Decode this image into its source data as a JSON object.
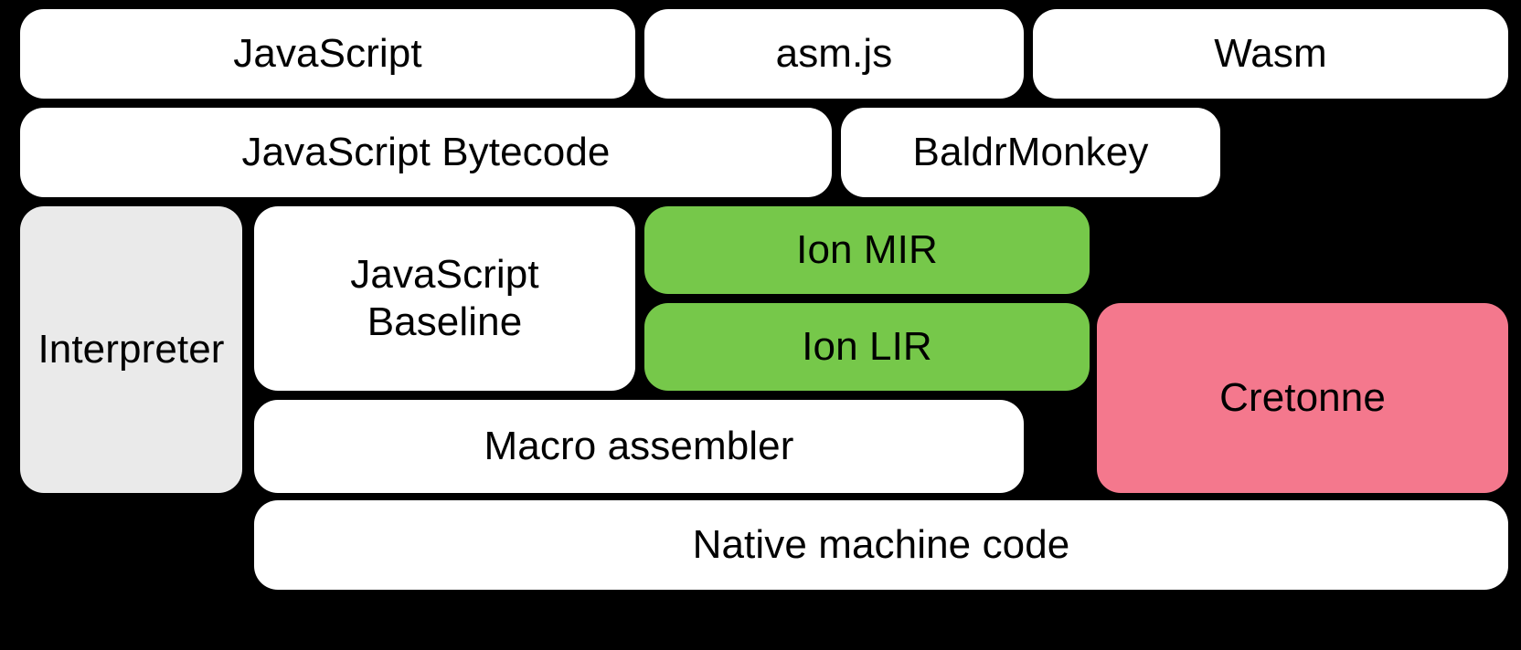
{
  "diagram": {
    "title": "SpiderMonkey / WebAssembly compilation pipeline",
    "background_color": "#000000",
    "colors": {
      "default_fill": "#ffffff",
      "gray_fill": "#eaeaea",
      "green_fill": "#76c84a",
      "pink_fill": "#f4788d",
      "text": "#000000"
    },
    "rows": [
      {
        "name": "source-languages",
        "nodes": [
          {
            "id": "javascript",
            "label": "JavaScript",
            "fill": "default"
          },
          {
            "id": "asm-js",
            "label": "asm.js",
            "fill": "default"
          },
          {
            "id": "wasm",
            "label": "Wasm",
            "fill": "default"
          }
        ]
      },
      {
        "name": "front-end",
        "nodes": [
          {
            "id": "javascript-bytecode",
            "label": "JavaScript Bytecode",
            "fill": "default"
          },
          {
            "id": "baldrmonkey",
            "label": "BaldrMonkey",
            "fill": "default"
          }
        ]
      },
      {
        "name": "execution-tiers",
        "nodes": [
          {
            "id": "interpreter",
            "label": "Interpreter",
            "fill": "gray"
          },
          {
            "id": "javascript-baseline",
            "label": "JavaScript\nBaseline",
            "fill": "default"
          },
          {
            "id": "ion-mir",
            "label": "Ion MIR",
            "fill": "green"
          }
        ]
      },
      {
        "name": "backend-ir",
        "nodes": [
          {
            "id": "ion-lir",
            "label": "Ion LIR",
            "fill": "green"
          },
          {
            "id": "cretonne",
            "label": "Cretonne",
            "fill": "pink"
          }
        ]
      },
      {
        "name": "code-emission",
        "nodes": [
          {
            "id": "macro-assembler",
            "label": "Macro assembler",
            "fill": "default"
          }
        ]
      },
      {
        "name": "output",
        "nodes": [
          {
            "id": "native-machine-code",
            "label": "Native machine code",
            "fill": "default"
          }
        ]
      }
    ]
  },
  "boxes": {
    "javascript": {
      "label": "JavaScript"
    },
    "asm_js": {
      "label": "asm.js"
    },
    "wasm": {
      "label": "Wasm"
    },
    "javascript_bytecode": {
      "label": "JavaScript Bytecode"
    },
    "baldrmonkey": {
      "label": "BaldrMonkey"
    },
    "interpreter": {
      "label": "Interpreter"
    },
    "javascript_baseline": {
      "label": "JavaScript\nBaseline"
    },
    "ion_mir": {
      "label": "Ion MIR"
    },
    "ion_lir": {
      "label": "Ion LIR"
    },
    "cretonne": {
      "label": "Cretonne"
    },
    "macro_assembler": {
      "label": "Macro assembler"
    },
    "native_machine_code": {
      "label": "Native machine code"
    }
  }
}
